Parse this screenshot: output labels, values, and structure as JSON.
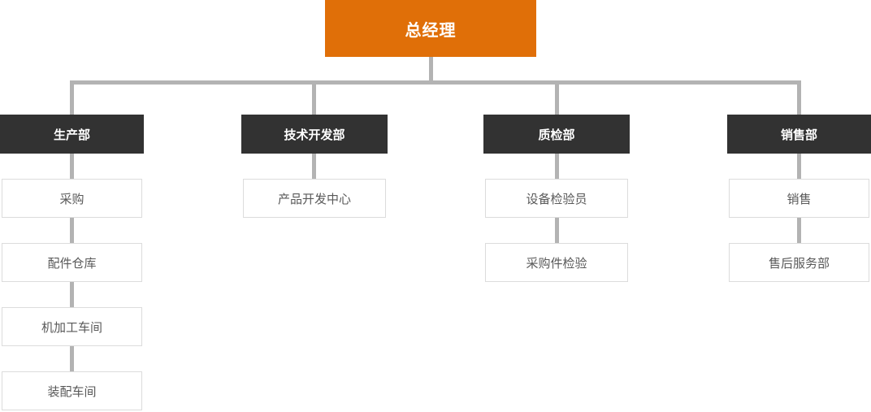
{
  "org_chart": {
    "root": {
      "label": "总经理"
    },
    "columns": [
      {
        "dept": {
          "label": "生产部"
        },
        "children": [
          {
            "label": "采购"
          },
          {
            "label": "配件仓库"
          },
          {
            "label": "机加工车间"
          },
          {
            "label": "装配车间"
          }
        ]
      },
      {
        "dept": {
          "label": "技术开发部"
        },
        "children": [
          {
            "label": "产品开发中心"
          }
        ]
      },
      {
        "dept": {
          "label": "质检部"
        },
        "children": [
          {
            "label": "设备检验员"
          },
          {
            "label": "采购件检验"
          }
        ]
      },
      {
        "dept": {
          "label": "销售部"
        },
        "children": [
          {
            "label": "销售"
          },
          {
            "label": "售后服务部"
          }
        ]
      }
    ],
    "colors": {
      "root_bg": "#e06f08",
      "dept_bg": "#323232",
      "node_text": "#595959",
      "connector": "#b3b3b3",
      "leaf_border": "#dcdcdc"
    }
  }
}
